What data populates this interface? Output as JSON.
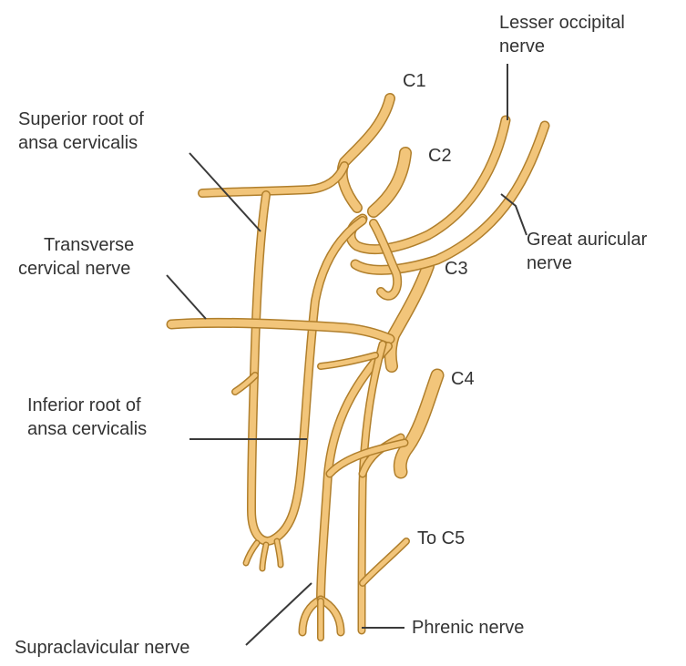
{
  "labels": {
    "c1": "C1",
    "c2": "C2",
    "c3": "C3",
    "c4": "C4",
    "lesser_occipital": [
      "Lesser occipital",
      "nerve"
    ],
    "superior_root": [
      "Superior root of",
      "ansa cervicalis"
    ],
    "great_auricular": [
      "Great auricular",
      "nerve"
    ],
    "transverse_cervical": [
      "Transverse",
      "cervical nerve"
    ],
    "inferior_root": [
      "Inferior root of",
      "ansa cervicalis"
    ],
    "to_c5": "To C5",
    "phrenic": "Phrenic nerve",
    "supraclavicular": "Supraclavicular nerve"
  },
  "colors": {
    "nerve_fill": "#f2c57a",
    "nerve_outline": "#b07f2c",
    "leader": "#3a3a3a",
    "text": "#333333"
  }
}
